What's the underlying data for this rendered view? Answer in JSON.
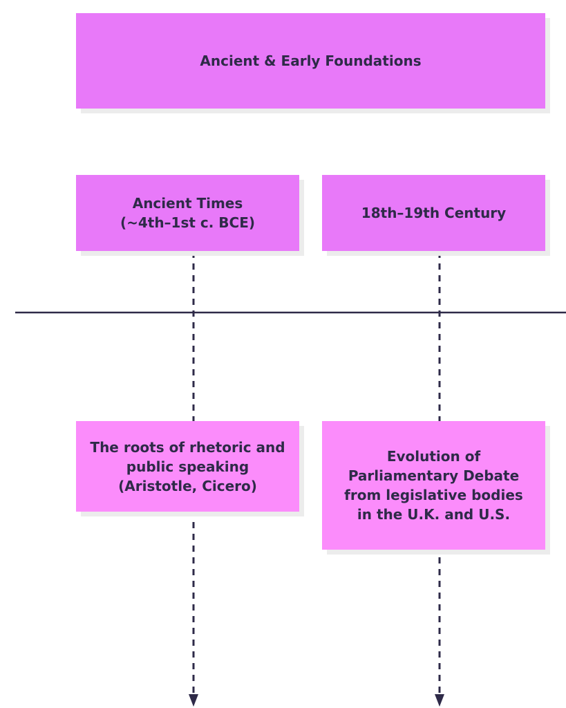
{
  "header": {
    "title": "Ancient & Early Foundations"
  },
  "periods": [
    {
      "label": "Ancient Times (~4th–1st c. BCE)"
    },
    {
      "label": "18th–19th Century"
    }
  ],
  "details": [
    {
      "text": "The roots of rhetoric and public speaking (Aristotle, Cicero)"
    },
    {
      "text": "Evolution of Parliamentary Debate from legislative bodies in the U.K. and U.S."
    }
  ],
  "colors": {
    "header": "#e879f9",
    "period": "#e879f9",
    "detail": "#fb8cfb",
    "text": "#2e2a48",
    "line": "#2e2a48"
  }
}
